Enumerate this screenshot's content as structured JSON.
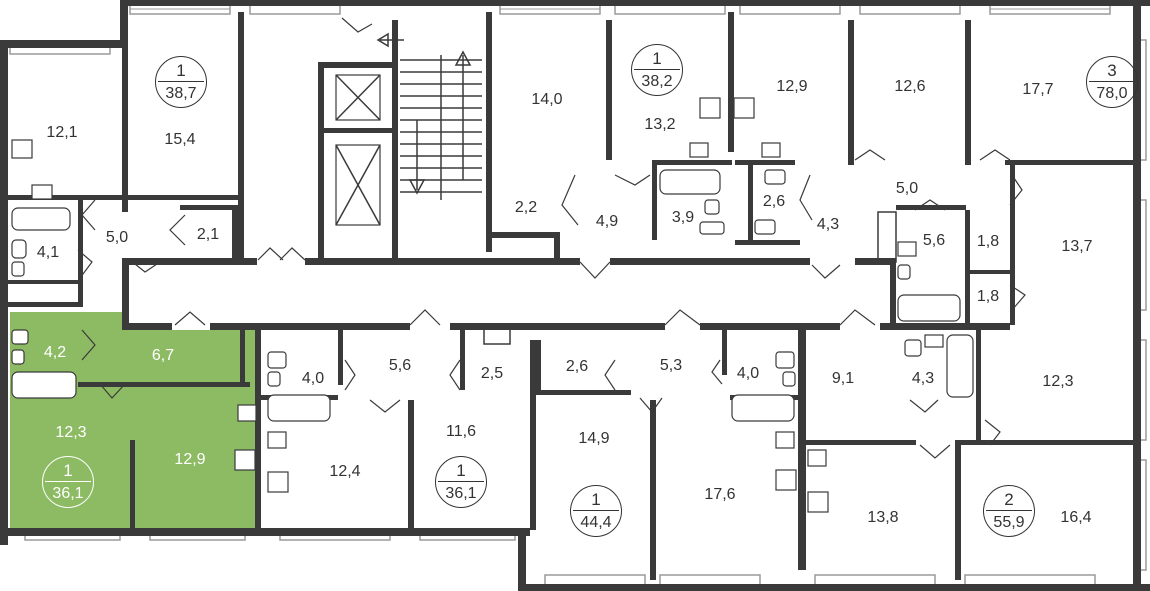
{
  "colors": {
    "wall": "#3a3a3a",
    "highlight": "#8dbb63",
    "window": "#9a9a9a"
  },
  "apartments": [
    {
      "id": "apt-a",
      "rooms": "1",
      "area": "38,7"
    },
    {
      "id": "apt-b",
      "rooms": "1",
      "area": "38,2"
    },
    {
      "id": "apt-c",
      "rooms": "3",
      "area": "78,0"
    },
    {
      "id": "apt-d",
      "rooms": "1",
      "area": "36,1"
    },
    {
      "id": "apt-e",
      "rooms": "1",
      "area": "36,1"
    },
    {
      "id": "apt-f",
      "rooms": "1",
      "area": "44,4"
    },
    {
      "id": "apt-g",
      "rooms": "2",
      "area": "55,9"
    }
  ],
  "rooms": [
    "12,1",
    "15,4",
    "5,0",
    "2,1",
    "4,1",
    "14,0",
    "13,2",
    "2,2",
    "4,9",
    "3,9",
    "12,9",
    "12,6",
    "17,7",
    "2,6",
    "4,3",
    "5,0",
    "5,6",
    "1,8",
    "13,7",
    "1,8",
    "4,2",
    "6,7",
    "12,3",
    "12,9",
    "4,0",
    "5,6",
    "2,5",
    "12,4",
    "11,6",
    "2,6",
    "5,3",
    "4,0",
    "14,9",
    "17,6",
    "9,1",
    "4,3",
    "12,3",
    "13,8",
    "16,4"
  ]
}
